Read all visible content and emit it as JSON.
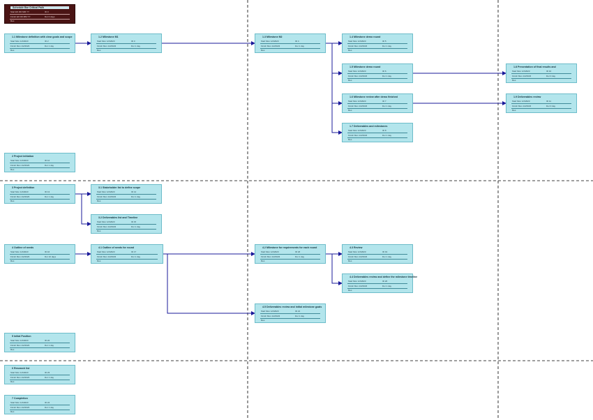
{
  "colors": {
    "box_fill": "#b3e5ec",
    "box_border": "#6cbcc9",
    "legend_fill": "#4a1414",
    "wire": "#1a1a9a",
    "divider": "#000000"
  },
  "legend": {
    "title": "Schedule Bar Critical Path",
    "r1c1": "Start  ES  DD MM YY",
    "r1c2": "ID  0",
    "r2c1": "Finish  EF  DD MM YY",
    "r2c2": "Dur  0 days",
    "foot": "Res"
  },
  "tasks": [
    {
      "title": "1.1 Milestone definition with clear goals and scope",
      "r1c1": "Start  Mon 1/2/2023",
      "r1c2": "ID  2",
      "r2c1": "Finish  Mon 1/2/2023",
      "r2c2": "Dur  1 day",
      "foot": "Res"
    },
    {
      "title": "1.2 Milestone M1",
      "r1c1": "Start  Mon 1/2/2023",
      "r1c2": "ID  3",
      "r2c1": "Finish  Mon 1/2/2023",
      "r2c2": "Dur  1 day",
      "foot": "Res"
    },
    {
      "title": "1.3 Milestone M2",
      "r1c1": "Start  Mon 1/2/2023",
      "r1c2": "ID  4",
      "r2c1": "Finish  Mon 1/2/2023",
      "r2c2": "Dur  1 day",
      "foot": "Res"
    },
    {
      "title": "1.4 Milestone demo round",
      "r1c1": "Start  Mon 1/2/2023",
      "r1c2": "ID  5",
      "r2c1": "Finish  Mon 1/2/2023",
      "r2c2": "Dur  1 day",
      "foot": "Res"
    },
    {
      "title": "1.5 Milestone demo round",
      "r1c1": "Start  Mon 1/2/2023",
      "r1c2": "ID  6",
      "r2c1": "Finish  Mon 1/2/2023",
      "r2c2": "Dur  1 day",
      "foot": "Res"
    },
    {
      "title": "1.6 Milestone review after demo finished",
      "r1c1": "Start  Mon 1/2/2023",
      "r1c2": "ID  7",
      "r2c1": "Finish  Mon 1/2/2023",
      "r2c2": "Dur  1 day",
      "foot": "Res"
    },
    {
      "title": "1.7 Deliverables and milestones",
      "r1c1": "Start  Mon 1/2/2023",
      "r1c2": "ID  8",
      "r2c1": "Finish  Mon 1/2/2023",
      "r2c2": "Dur  1 day",
      "foot": "Res"
    },
    {
      "title": "1.8 Presentation of final results and",
      "r1c1": "Start  Mon 1/2/2023",
      "r1c2": "ID  10",
      "r2c1": "Finish  Mon 1/2/2023",
      "r2c2": "Dur  0 day",
      "foot": "Res"
    },
    {
      "title": "1.9 Deliverables review",
      "r1c1": "Start  Mon 1/2/2023",
      "r1c2": "ID  11",
      "r2c1": "Finish  Mon 1/2/2023",
      "r2c2": "Dur  0 day",
      "foot": "Res"
    },
    {
      "title": "2 Project initiation",
      "r1c1": "Start  Mon 1/2/2023",
      "r1c2": "ID  12",
      "r2c1": "Finish  Mon 1/2/2023",
      "r2c2": "Dur  1 day",
      "foot": "Res"
    },
    {
      "title": "3 Project definition",
      "r1c1": "Start  Mon 1/2/2023",
      "r1c2": "ID  13",
      "r2c1": "Finish  Mon 1/2/2023",
      "r2c2": "Dur  1 day",
      "foot": "Res"
    },
    {
      "title": "3.1 Stakeholder list to define scope",
      "r1c1": "Start  Mon 1/2/2023",
      "r1c2": "ID  14",
      "r2c1": "Finish  Mon 1/2/2023",
      "r2c2": "Dur  1 day",
      "foot": "Res"
    },
    {
      "title": "3.2 Deliverables list and Timeline",
      "r1c1": "Start  Mon 1/2/2023",
      "r1c2": "ID  15",
      "r2c1": "Finish  Mon 1/2/2023",
      "r2c2": "Dur  1 day",
      "foot": "Res"
    },
    {
      "title": "4 Outline of needs",
      "r1c1": "Start  Mon 1/2/2023",
      "r1c2": "ID  16",
      "r2c1": "Finish  Mon 1/2/2023",
      "r2c2": "Dur  10 days",
      "foot": "Res"
    },
    {
      "title": "4.1 Outline of needs for round",
      "r1c1": "Start  Mon 1/2/2023",
      "r1c2": "ID  17",
      "r2c1": "Finish  Mon 1/2/2023",
      "r2c2": "Dur  1 day",
      "foot": "Res"
    },
    {
      "title": "4.2 Milestone for requirements for each round",
      "r1c1": "Start  Mon 1/2/2023",
      "r1c2": "ID  18",
      "r2c1": "Finish  Mon 1/2/2023",
      "r2c2": "Dur  1 day",
      "foot": "Res"
    },
    {
      "title": "4.3 Review",
      "r1c1": "Start  Mon 1/2/2023",
      "r1c2": "ID  19",
      "r2c1": "Finish  Mon 1/2/2023",
      "r2c2": "Dur  1 day",
      "foot": "Res"
    },
    {
      "title": "4.4 Deliverables review and define the milestone timeline",
      "r1c1": "Start  Mon 1/2/2023",
      "r1c2": "ID  20",
      "r2c1": "Finish  Mon 1/2/2023",
      "r2c2": "Dur  1 day",
      "foot": "Res"
    },
    {
      "title": "4.5 Deliverables review and initial milestone goals",
      "r1c1": "Start  Mon 1/2/2023",
      "r1c2": "ID  21",
      "r2c1": "Finish  Mon 1/2/2023",
      "r2c2": "Dur  1 day",
      "foot": "Res"
    },
    {
      "title": "5 Initial Position",
      "r1c1": "Start  Mon 1/2/2023",
      "r1c2": "ID  22",
      "r2c1": "Finish  Mon 1/2/2023",
      "r2c2": "Dur  1 day",
      "foot": "Res"
    },
    {
      "title": "6 Research list",
      "r1c1": "Start  Mon 1/2/2023",
      "r1c2": "ID  23",
      "r2c1": "Finish  Mon 1/2/2023",
      "r2c2": "Dur  1 day",
      "foot": "Res"
    },
    {
      "title": "7 Completion",
      "r1c1": "Start  Mon 1/2/2023",
      "r1c2": "ID  24",
      "r2c1": "Finish  Mon 1/2/2023",
      "r2c2": "Dur  1 day",
      "foot": "Res"
    }
  ]
}
